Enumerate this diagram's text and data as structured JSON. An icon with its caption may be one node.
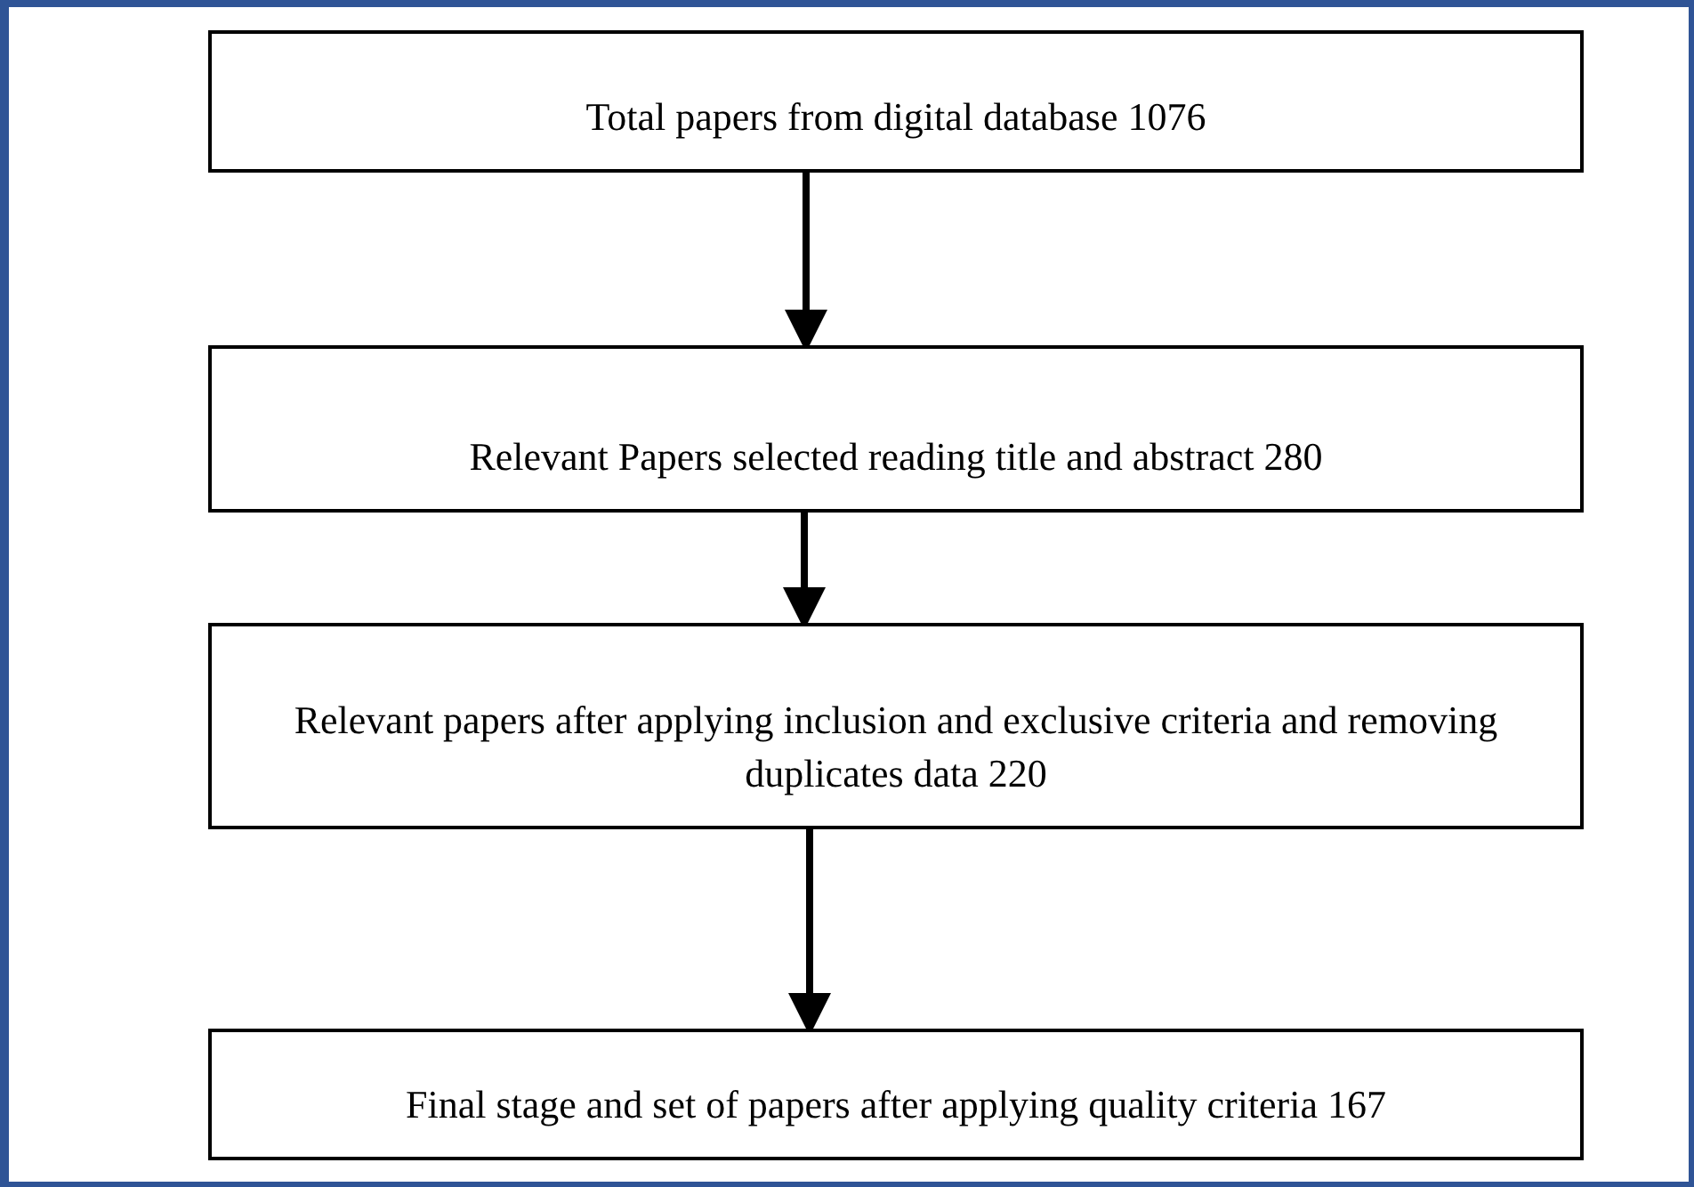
{
  "diagram": {
    "nodes": [
      {
        "text": [
          "Total papers from digital database 1076"
        ]
      },
      {
        "text": [
          "Relevant Papers selected reading title and abstract 280"
        ]
      },
      {
        "text": [
          "Relevant papers after applying inclusion and exclusive criteria and removing duplicates data 220"
        ]
      },
      {
        "text": [
          "Final stage and set of papers after applying quality criteria 167"
        ]
      }
    ],
    "edges": [
      {
        "from": 0,
        "to": 1,
        "arrow": "to"
      },
      {
        "from": 1,
        "to": 2,
        "arrow": "to"
      },
      {
        "from": 2,
        "to": 3,
        "arrow": "to"
      }
    ]
  }
}
